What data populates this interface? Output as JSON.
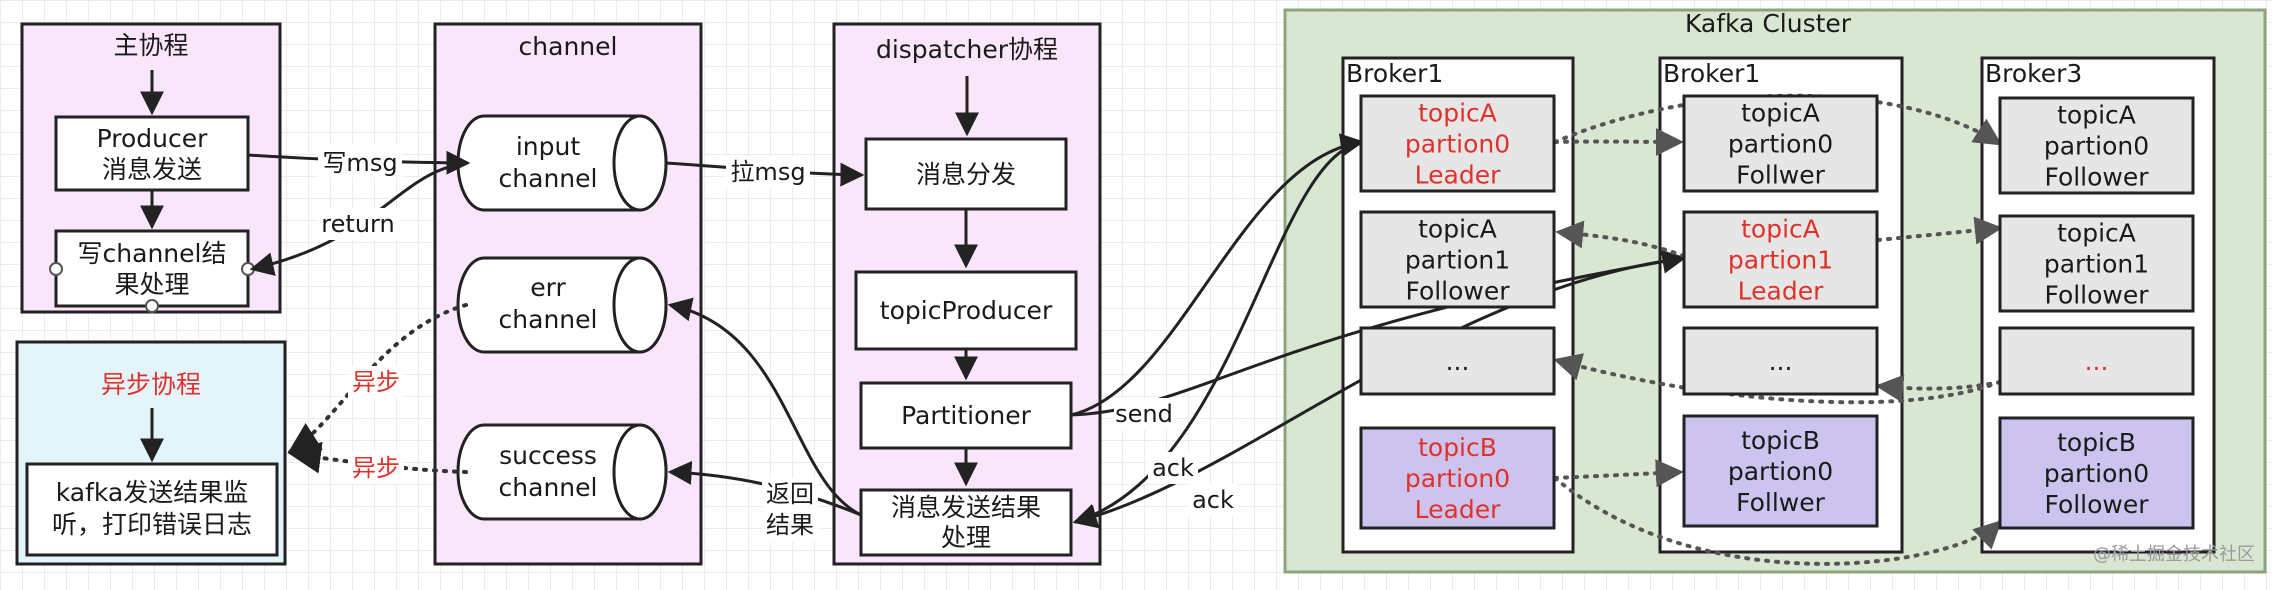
{
  "coroutine_main": {
    "title": "主协程",
    "producer": [
      "Producer",
      "消息发送"
    ],
    "callback": [
      "写channel结",
      "果处理"
    ]
  },
  "async_routine": {
    "title": "异步协程",
    "listener": [
      "kafka发送结果监",
      "听，打印错误日志"
    ]
  },
  "channel": {
    "title": "channel",
    "input": [
      "input",
      "channel"
    ],
    "err": [
      "err",
      "channel"
    ],
    "success": [
      "success",
      "channel"
    ]
  },
  "dispatcher": {
    "title": "dispatcher协程",
    "dispatch": "消息分发",
    "topic_producer": "topicProducer",
    "partitioner": "Partitioner",
    "result_handler": [
      "消息发送结果",
      "处理"
    ]
  },
  "edges": {
    "write_msg": "写msg",
    "return": "return",
    "pull_msg": "拉msg",
    "async_err": "异步",
    "async_success": "异步",
    "return_result": [
      "返回",
      "结果"
    ],
    "send": "send",
    "ack1": "ack",
    "ack2": "ack"
  },
  "cluster": {
    "title": "Kafka Cluster",
    "brokers": [
      {
        "name": "Broker1",
        "parts": [
          {
            "lines": [
              "topicA",
              "partion0",
              "Leader"
            ],
            "red": true
          },
          {
            "lines": [
              "topicA",
              "partion1",
              "Follower"
            ],
            "red": false
          },
          {
            "lines": [
              "..."
            ],
            "red": false
          },
          {
            "lines": [
              "topicB",
              "partion0",
              "Leader"
            ],
            "red": true
          }
        ]
      },
      {
        "name": "Broker1",
        "parts": [
          {
            "lines": [
              "topicA",
              "partion0",
              "Follwer"
            ],
            "red": false
          },
          {
            "lines": [
              "topicA",
              "partion1",
              "Leader"
            ],
            "red": true
          },
          {
            "lines": [
              "..."
            ],
            "red": false
          },
          {
            "lines": [
              "topicB",
              "partion0",
              "Follwer"
            ],
            "red": false
          }
        ]
      },
      {
        "name": "Broker3",
        "parts": [
          {
            "lines": [
              "topicA",
              "partion0",
              "Follower"
            ],
            "red": false
          },
          {
            "lines": [
              "topicA",
              "partion1",
              "Follower"
            ],
            "red": false
          },
          {
            "lines": [
              "..."
            ],
            "red": true
          },
          {
            "lines": [
              "topicB",
              "partion0",
              "Follower"
            ],
            "red": false
          }
        ]
      }
    ]
  },
  "watermark": "@稀土掘金技术社区",
  "colors": {
    "pink": "#fae6fb",
    "light_blue": "#e4f4fb",
    "cluster_green": "#d9e7d2",
    "cluster_border": "#8aa57c",
    "partition_gray": "#e6e6e6",
    "partition_purple": "#ccc4ee",
    "red_text": "#e0322c"
  }
}
